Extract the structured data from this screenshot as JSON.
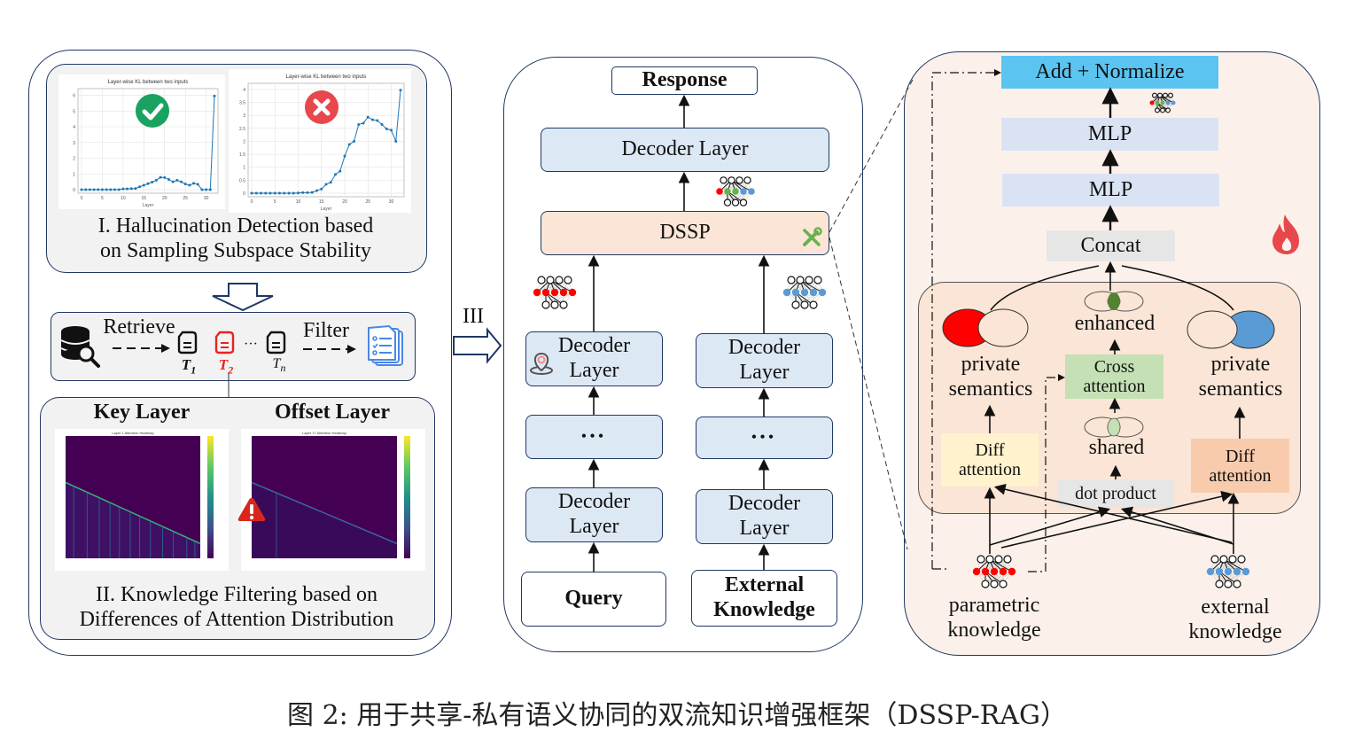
{
  "caption": "图 2: 用于共享-私有语义协同的双流知识增强框架（DSSP-RAG）",
  "section1": {
    "title_line1": "I. Hallucination Detection based",
    "title_line2": "on Sampling Subspace Stability",
    "chart_left": {
      "title": "Layer-wise KL between two inputs",
      "status_icon": "check-circle-icon",
      "status_color": "#1aa260"
    },
    "chart_right": {
      "title": "Layer-wise KL between two inputs",
      "status_icon": "x-circle-icon",
      "status_color": "#e8474c"
    }
  },
  "pipeline": {
    "retrieve_label": "Retrieve",
    "filter_label": "Filter",
    "doc1": "T",
    "doc1_sub": "1",
    "doc2": "T",
    "doc2_sub": "2",
    "ellipsis": "···",
    "docn": "T",
    "docn_sub": "n",
    "highlight_color": "#e8231f",
    "result_color": "#4a86e8"
  },
  "section2": {
    "key_layer": "Key Layer",
    "offset_layer": "Offset Layer",
    "heatmap_left_title": "Layer 1 Attention Heatmap",
    "heatmap_right_title": "Layer 17 Attention Heatmap",
    "title_line1": "II. Knowledge Filtering based on",
    "title_line2": "Differences of Attention Distribution"
  },
  "arrow_label": "III",
  "middle": {
    "response": "Response",
    "decoder_top": "Decoder Layer",
    "dssp": "DSSP",
    "left_stack": [
      "Decoder\nLayer",
      "•••",
      "Decoder\nLayer"
    ],
    "right_stack": [
      "Decoder\nLayer",
      "•••",
      "Decoder\nLayer"
    ],
    "query": "Query",
    "external_knowledge_l1": "External",
    "external_knowledge_l2": "Knowledge"
  },
  "right": {
    "add_normalize": "Add + Normalize",
    "mlp1": "MLP",
    "mlp2": "MLP",
    "concat": "Concat",
    "enhanced": "enhanced",
    "private_left_l1": "private",
    "private_left_l2": "semantics",
    "private_right_l1": "private",
    "private_right_l2": "semantics",
    "cross_l1": "Cross",
    "cross_l2": "attention",
    "shared": "shared",
    "dot_product": "dot product",
    "diff_left_l1": "Diff",
    "diff_left_l2": "attention",
    "diff_right_l1": "Diff",
    "diff_right_l2": "attention",
    "parametric_l1": "parametric",
    "parametric_l2": "knowledge",
    "external_l1": "external",
    "external_l2": "knowledge",
    "colors": {
      "add_normalize": "#5bc4f0",
      "mlp": "#dae3f3",
      "concat": "#e7e6e6",
      "cross": "#c5e0b4",
      "dot": "#e7e6e6",
      "diff_left": "#fff2cc",
      "diff_right": "#f8cbad",
      "parametric": "#ff0000",
      "external": "#5b9bd5",
      "enhanced": "#548235",
      "shared": "#c5e0b4",
      "flame": "#e8474c"
    }
  }
}
